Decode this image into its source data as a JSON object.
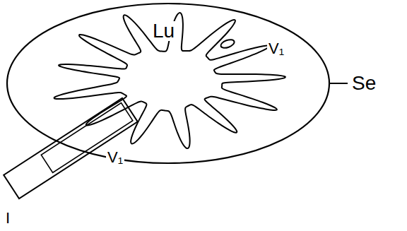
{
  "diagram": {
    "labels": [
      "Lu",
      "V₁",
      "V₁",
      "Se",
      "I"
    ]
  }
}
